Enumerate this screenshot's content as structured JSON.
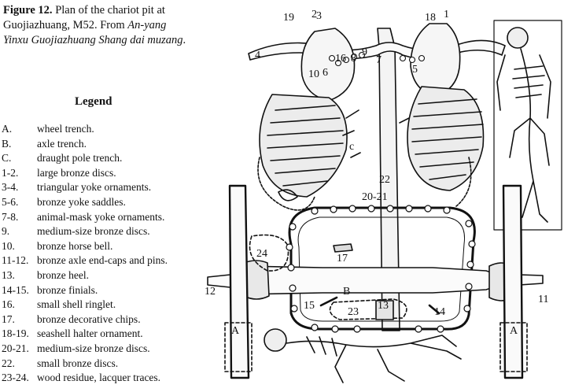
{
  "figure": {
    "label": "Figure 12.",
    "title_plain": "Plan of the chariot pit at Guojiazhuang, M52. From",
    "title_italic": "An-yang Yinxu Guojiazhuang Shang dai muzang",
    "title_end": "."
  },
  "legend": {
    "title": "Legend",
    "items": [
      {
        "key": "A.",
        "desc": "wheel trench."
      },
      {
        "key": "B.",
        "desc": "axle trench."
      },
      {
        "key": "C.",
        "desc": "draught pole trench."
      },
      {
        "key": "1-2.",
        "desc": "large bronze discs."
      },
      {
        "key": "3-4.",
        "desc": "triangular yoke ornaments."
      },
      {
        "key": "5-6.",
        "desc": "bronze yoke saddles."
      },
      {
        "key": "7-8.",
        "desc": "animal-mask yoke ornaments."
      },
      {
        "key": "9.",
        "desc": "medium-size bronze discs."
      },
      {
        "key": "10.",
        "desc": "bronze horse bell."
      },
      {
        "key": "11-12.",
        "desc": "bronze axle end-caps and pins."
      },
      {
        "key": "13.",
        "desc": "bronze heel."
      },
      {
        "key": "14-15.",
        "desc": "bronze finials."
      },
      {
        "key": "16.",
        "desc": "small shell ringlet."
      },
      {
        "key": "17.",
        "desc": "bronze decorative chips."
      },
      {
        "key": "18-19.",
        "desc": "seashell halter ornament."
      },
      {
        "key": "20-21.",
        "desc": "medium-size bronze discs."
      },
      {
        "key": "22.",
        "desc": "small bronze discs."
      },
      {
        "key": "23-24.",
        "desc": "wood residue, lacquer traces."
      }
    ]
  },
  "plan_labels": {
    "n19": "19",
    "n2": "2",
    "n3": "3",
    "n18": "18",
    "n1": "1",
    "n4": "4",
    "n10": "10",
    "n6": "6",
    "n16": "16",
    "n8": "8",
    "n9": "9",
    "n7": "7",
    "n5": "5",
    "c": "c",
    "n22": "22",
    "n2021": "20-21",
    "n24": "24",
    "n17": "17",
    "n12": "12",
    "n11": "11",
    "b": "B",
    "n15": "15",
    "n23": "23",
    "n13": "13",
    "n14": "14",
    "a_left": "A",
    "a_right": "A"
  }
}
